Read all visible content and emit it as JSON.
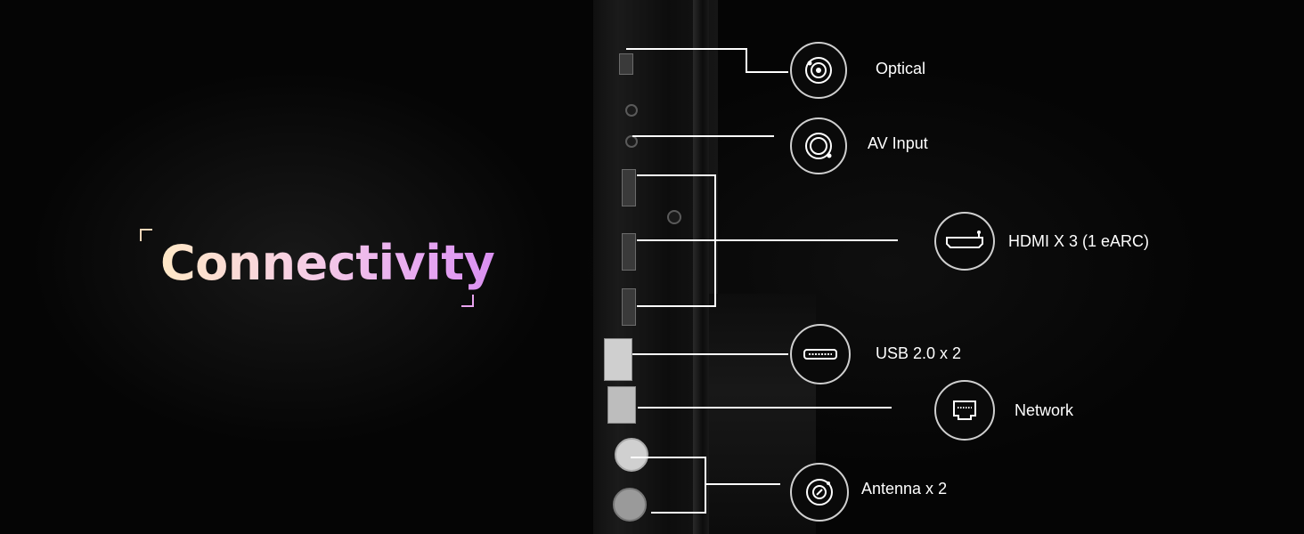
{
  "heading": "Connectivity",
  "ports": [
    {
      "label": "Optical",
      "icon": "optical-icon"
    },
    {
      "label": "AV Input",
      "icon": "av-input-icon"
    },
    {
      "label": "HDMI X 3  (1 eARC)",
      "icon": "hdmi-icon"
    },
    {
      "label": "USB 2.0 x 2",
      "icon": "usb-icon"
    },
    {
      "label": "Network",
      "icon": "network-icon"
    },
    {
      "label": "Antenna x 2",
      "icon": "antenna-icon"
    }
  ],
  "colors": {
    "background": "#050505",
    "line": "#ffffff",
    "badge_border": "#cfcfcf",
    "title_gradient_start": "#ffe8c6",
    "title_gradient_end": "#d98ff0"
  }
}
